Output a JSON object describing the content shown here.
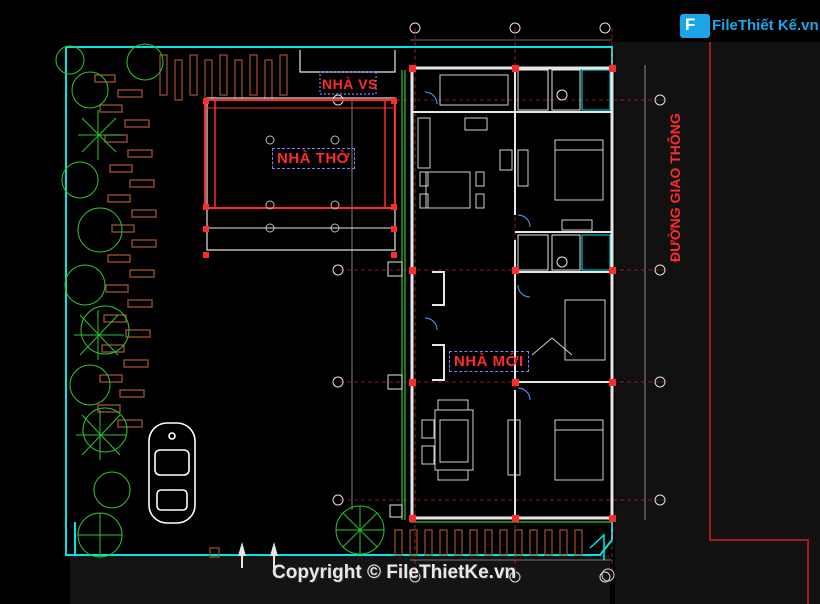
{
  "drawing": {
    "rooms": {
      "toilet_outbuilding": "NHÀ VS",
      "ancestral_house": "NHÀ THỜ",
      "new_house": "NHÀ MỚI"
    },
    "road_label": "ĐƯỜNG GIAO THÔNG"
  },
  "branding": {
    "logo_letter": "F",
    "logo_text": "FileThiết Kế.vn",
    "watermark": "Copyright © FileThietKe.vn"
  },
  "colors": {
    "background": "#000000",
    "wall": "#e6e6e6",
    "lot_boundary": "#00e5e5",
    "label_red": "#ff2a2a",
    "vegetation": "#2ec42e",
    "brick_path": "#a0522d",
    "road_edge": "#cc2222",
    "logo": "#1aa6e8"
  }
}
